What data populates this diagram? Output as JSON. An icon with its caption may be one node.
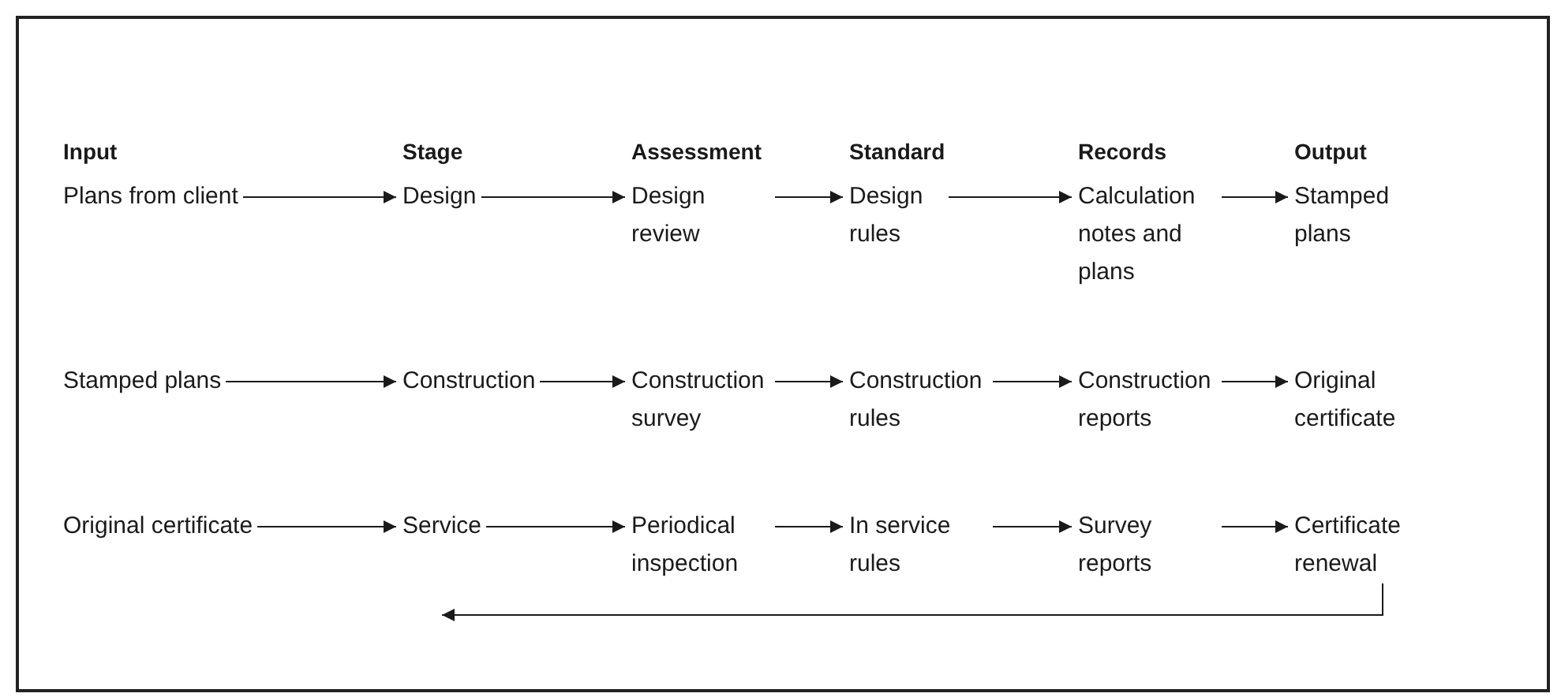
{
  "diagram": {
    "nodes": [
      {
        "text": [
          "Plans from client"
        ]
      },
      {
        "text": [
          "Design"
        ]
      },
      {
        "text": [
          "Design review"
        ]
      },
      {
        "text": [
          "Design rules"
        ]
      },
      {
        "text": [
          "Calculation notes and plans"
        ]
      },
      {
        "text": [
          "Stamped plans"
        ]
      },
      {
        "text": [
          "Stamped plans"
        ]
      },
      {
        "text": [
          "Construction"
        ]
      },
      {
        "text": [
          "Construction survey"
        ]
      },
      {
        "text": [
          "Construction rules"
        ]
      },
      {
        "text": [
          "Construction reports"
        ]
      },
      {
        "text": [
          "Original certificate"
        ]
      },
      {
        "text": [
          "Original certificate"
        ]
      },
      {
        "text": [
          "Service"
        ]
      },
      {
        "text": [
          "Periodical inspection"
        ]
      },
      {
        "text": [
          "In service rules"
        ]
      },
      {
        "text": [
          "Survey reports"
        ]
      },
      {
        "text": [
          "Certificate renewal"
        ]
      }
    ],
    "edges": [
      {
        "from": 0,
        "to": 1,
        "arrow": "to"
      },
      {
        "from": 1,
        "to": 2,
        "arrow": "to"
      },
      {
        "from": 2,
        "to": 3,
        "arrow": "to"
      },
      {
        "from": 3,
        "to": 4,
        "arrow": "to"
      },
      {
        "from": 4,
        "to": 5,
        "arrow": "to"
      },
      {
        "from": 6,
        "to": 7,
        "arrow": "to"
      },
      {
        "from": 7,
        "to": 8,
        "arrow": "to"
      },
      {
        "from": 8,
        "to": 9,
        "arrow": "to"
      },
      {
        "from": 9,
        "to": 10,
        "arrow": "to"
      },
      {
        "from": 10,
        "to": 11,
        "arrow": "to"
      },
      {
        "from": 12,
        "to": 13,
        "arrow": "to"
      },
      {
        "from": 13,
        "to": 14,
        "arrow": "to"
      },
      {
        "from": 14,
        "to": 15,
        "arrow": "to"
      },
      {
        "from": 15,
        "to": 16,
        "arrow": "to"
      },
      {
        "from": 16,
        "to": 17,
        "arrow": "to"
      },
      {
        "from": 17,
        "to": null,
        "arrow": "to"
      }
    ],
    "labels": [
      "Input",
      "Stage",
      "Assessment",
      "Standard",
      "Records",
      "Output"
    ]
  }
}
